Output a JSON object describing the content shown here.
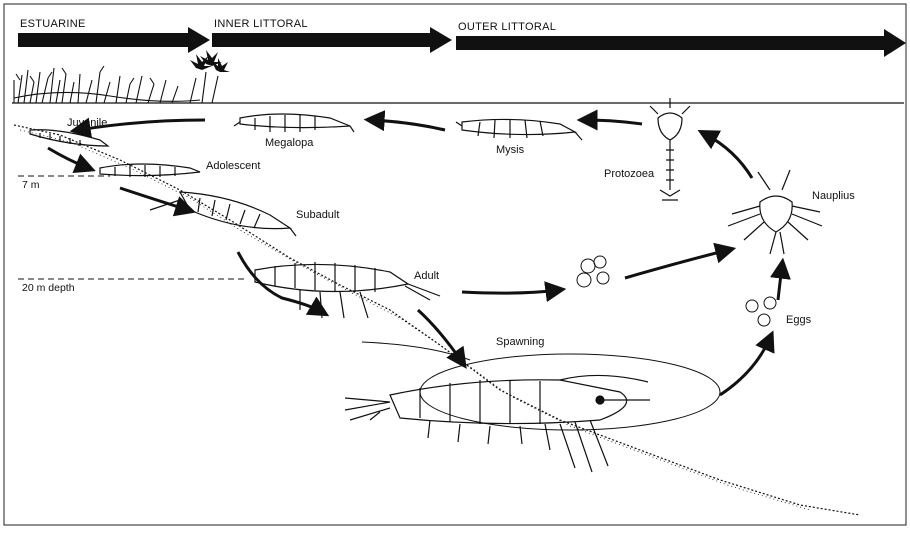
{
  "zones": {
    "estuarine": "ESTUARINE",
    "inner_littoral": "INNER LITTORAL",
    "outer_littoral": "OUTER LITTORAL"
  },
  "depths": {
    "seven": "7 m",
    "twenty": "20 m depth"
  },
  "stages": {
    "juvenile": "Juvenile",
    "megalopa": "Megalopa",
    "mysis": "Mysis",
    "protozoea": "Protozoea",
    "nauplius": "Nauplius",
    "adolescent": "Adolescent",
    "subadult": "Subadult",
    "adult": "Adult",
    "spawning": "Spawning",
    "eggs": "Eggs"
  }
}
